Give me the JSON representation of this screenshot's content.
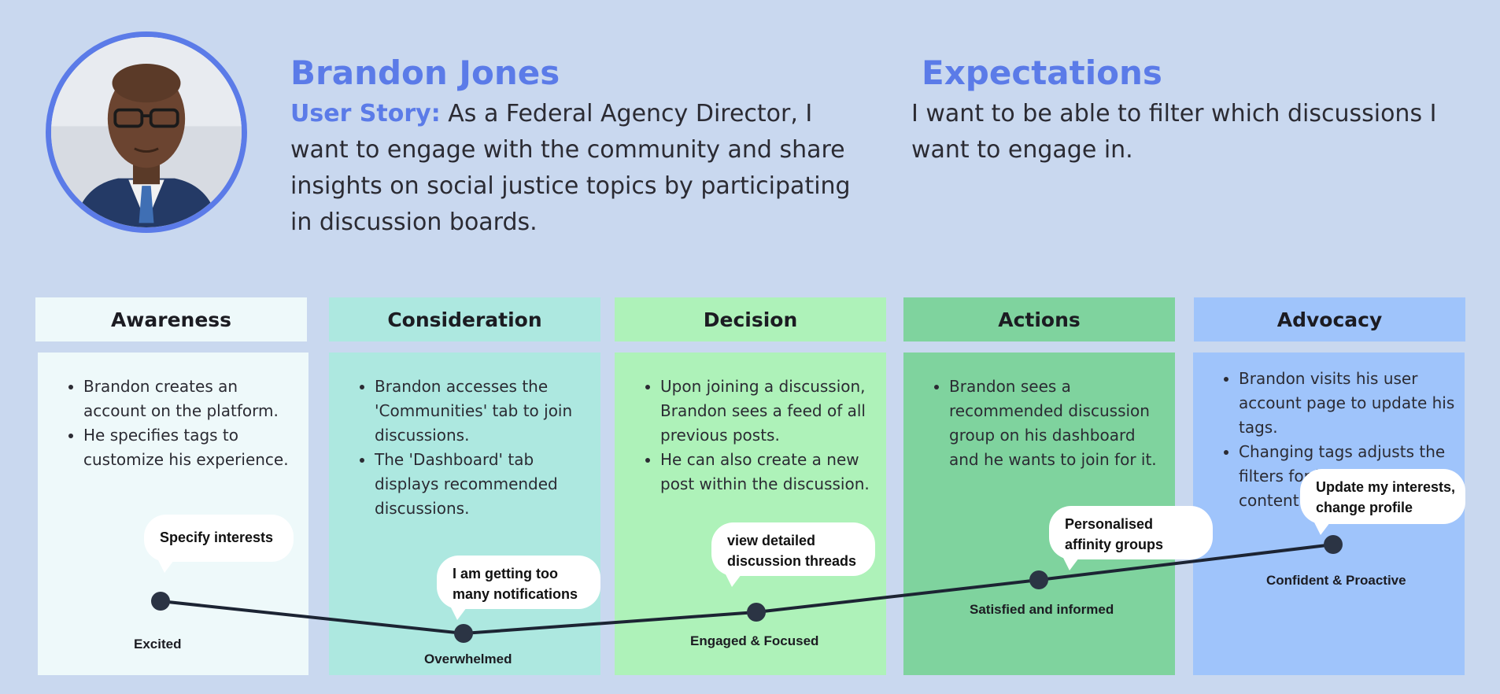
{
  "persona": {
    "name": "Brandon Jones",
    "story_label": "User Story:",
    "story_text": " As a Federal Agency Director, I want to engage with the community and share insights on social justice topics by participating in discussion boards."
  },
  "expectations": {
    "title": "Expectations",
    "text": "I want to be able to filter which discussions I want to engage in."
  },
  "stages": [
    {
      "title": "Awareness",
      "header_color": "#eef9fa",
      "body_color": "#eef9fa",
      "items": [
        "Brandon creates an account on the platform.",
        "He specifies tags to customize his experience."
      ],
      "bubble": "Specify interests",
      "emotion": "Excited"
    },
    {
      "title": "Consideration",
      "header_color": "#ade8e0",
      "body_color": "#ade8e0",
      "items": [
        "Brandon accesses the 'Communities' tab to join discussions.",
        "The 'Dashboard' tab displays recommended discussions."
      ],
      "bubble": "I am getting too many notifications",
      "emotion": "Overwhelmed"
    },
    {
      "title": "Decision",
      "header_color": "#aef2b9",
      "body_color": "#aef2b9",
      "items": [
        "Upon joining a discussion, Brandon sees a feed of all previous posts.",
        "He can also create a new post within the discussion."
      ],
      "bubble": "view detailed discussion threads",
      "emotion": "Engaged & Focused"
    },
    {
      "title": "Actions",
      "header_color": "#7fd39e",
      "body_color": "#7fd39e",
      "items": [
        "Brandon sees a recommended discussion group on his dashboard and he wants to join for it."
      ],
      "bubble": "Personalised affinity groups",
      "emotion": "Satisfied and informed"
    },
    {
      "title": "Advocacy",
      "header_color": "#9fc4fb",
      "body_color": "#9fc4fb",
      "items": [
        "Brandon visits his user account page to update his tags.",
        "Changing tags adjusts the filters for his dashboard content."
      ],
      "bubble": "Update my interests, change profile",
      "emotion": "Confident & Proactive"
    }
  ],
  "colors": {
    "accent": "#5b7be8",
    "line": "#1c2433",
    "background": "#c9d8ef"
  }
}
